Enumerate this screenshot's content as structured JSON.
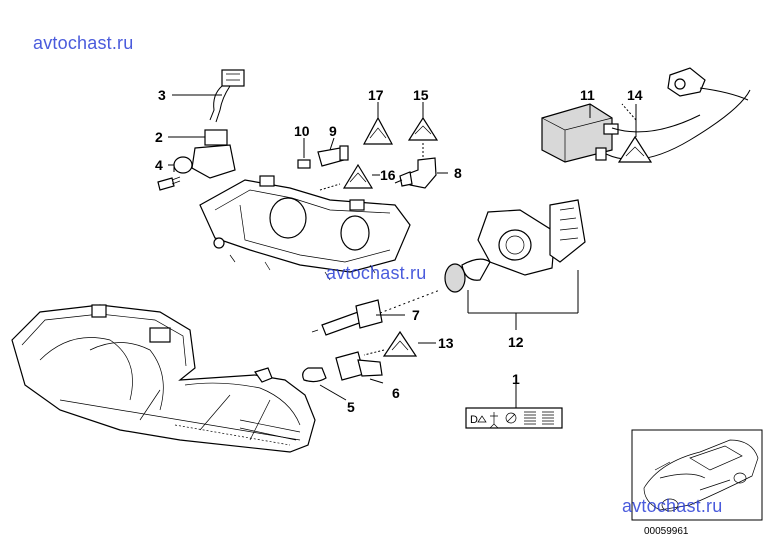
{
  "watermarks": [
    "avtochast.ru",
    "avtochast.ru",
    "avtochast.ru"
  ],
  "callouts": [
    "1",
    "2",
    "3",
    "4",
    "5",
    "6",
    "7",
    "8",
    "9",
    "10",
    "11",
    "12",
    "13",
    "14",
    "15",
    "16",
    "17"
  ],
  "part_number": "00059961",
  "icons": [
    "ece-warning-triangle-icon",
    "headlight-adjust-symbol-icon",
    "person-icon",
    "no-entry-icon",
    "lines-icon"
  ]
}
